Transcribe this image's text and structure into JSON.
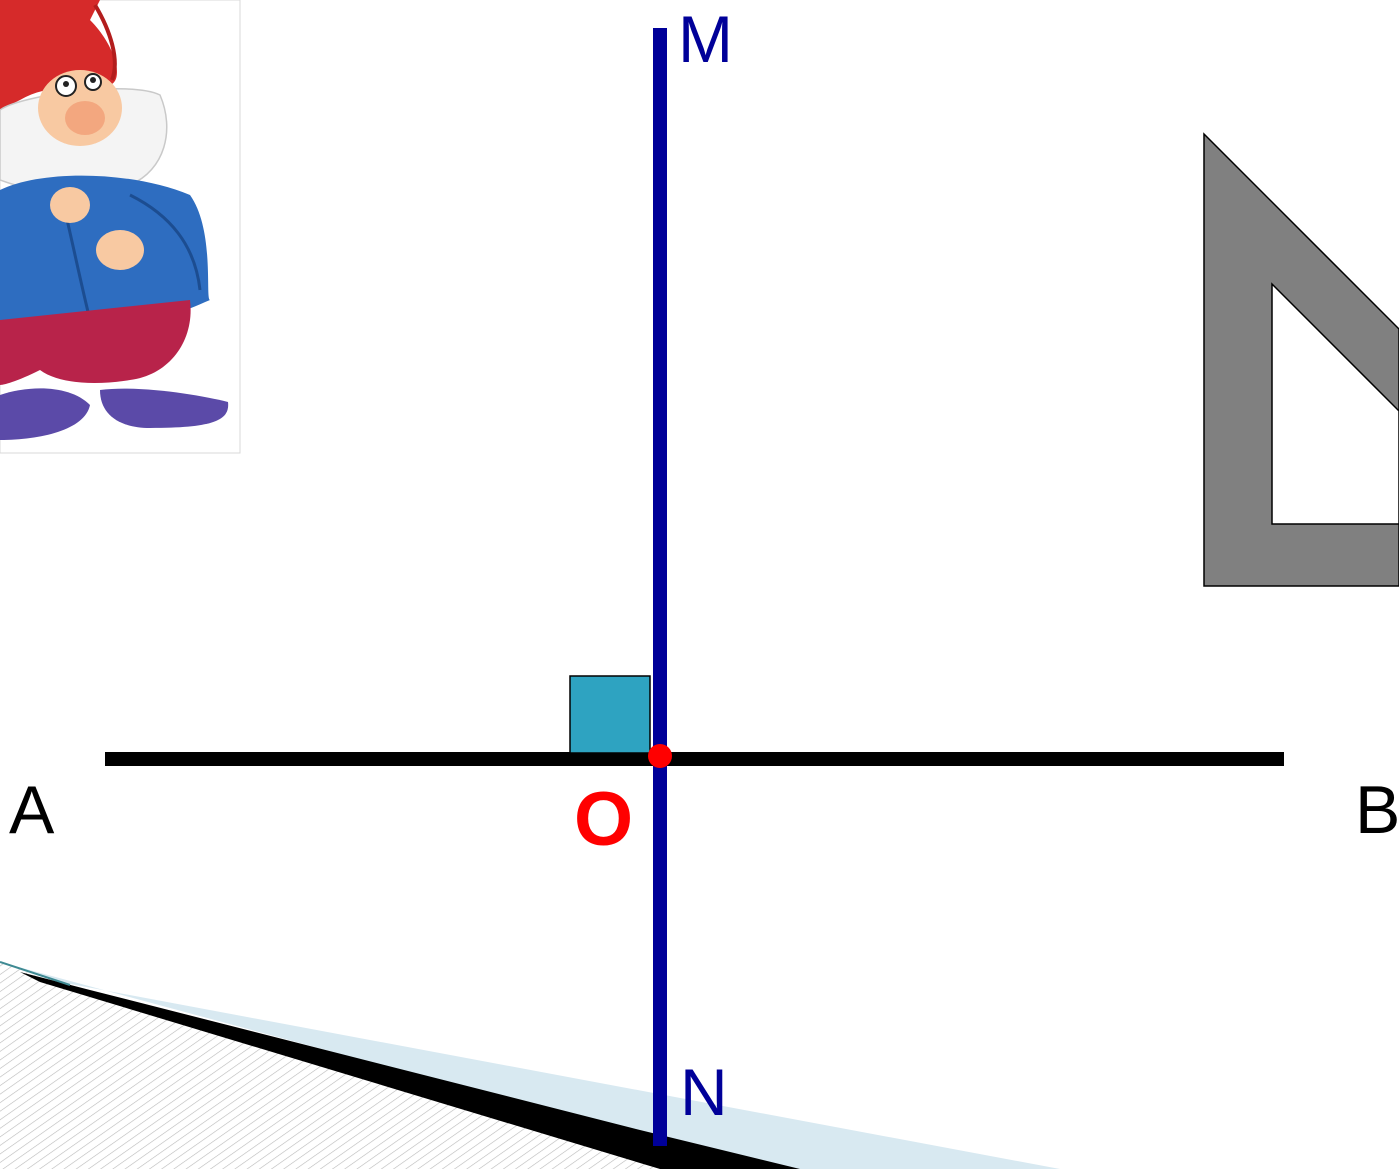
{
  "labels": {
    "M": "M",
    "N": "N",
    "A": "A",
    "B": "B",
    "O": "O"
  },
  "colors": {
    "perpendicular_line": "#000099",
    "horizontal_line": "#000000",
    "point_o": "#ff0000",
    "right_angle_marker": "#2ea3c1",
    "set_square": "#808080",
    "slide_band_light": "#d8e9f1",
    "slide_band_dark": "#000000"
  },
  "icons": {
    "gnome": "gnome-illustration",
    "set_square": "triangle-ruler-icon"
  }
}
